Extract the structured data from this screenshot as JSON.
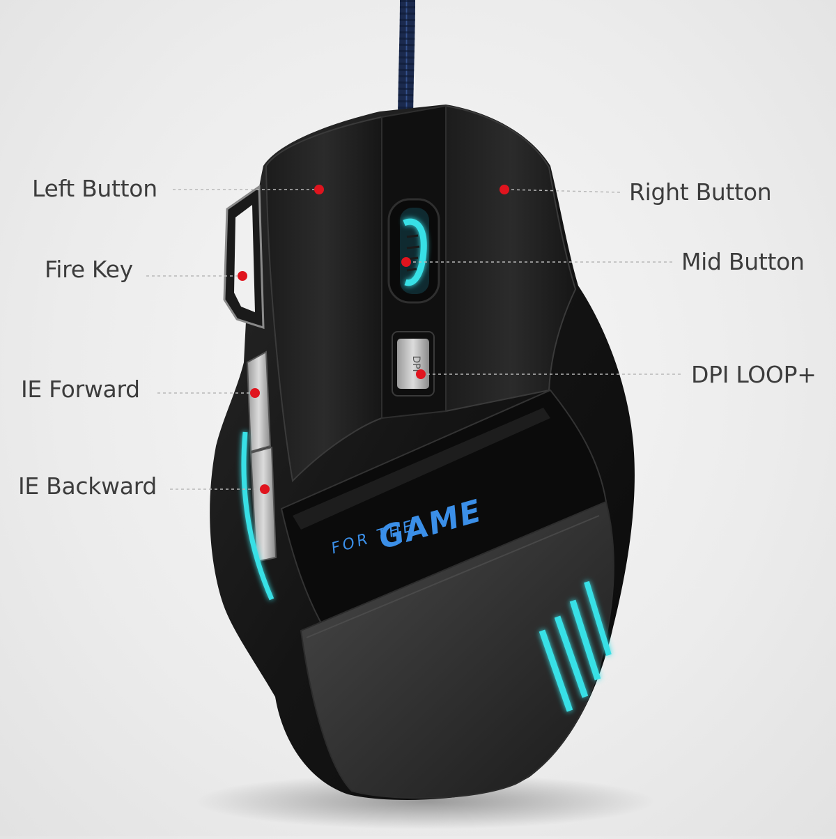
{
  "callouts": {
    "left_button": "Left Button",
    "fire_key": "Fire Key",
    "ie_forward": "IE Forward",
    "ie_backward": "IE Backward",
    "right_button": "Right Button",
    "mid_button": "Mid Button",
    "dpi_loop": "DPI LOOP+"
  },
  "mouse": {
    "dpi_button_text": "DPI",
    "slogan_top": "FOR THE",
    "slogan_bottom": "GAME"
  },
  "colors": {
    "marker_red": "#e0141e",
    "glow_cyan": "#39e0e6",
    "slogan_blue": "#3b8fe8",
    "body_black": "#151515",
    "label_text": "#3c3c3c"
  }
}
